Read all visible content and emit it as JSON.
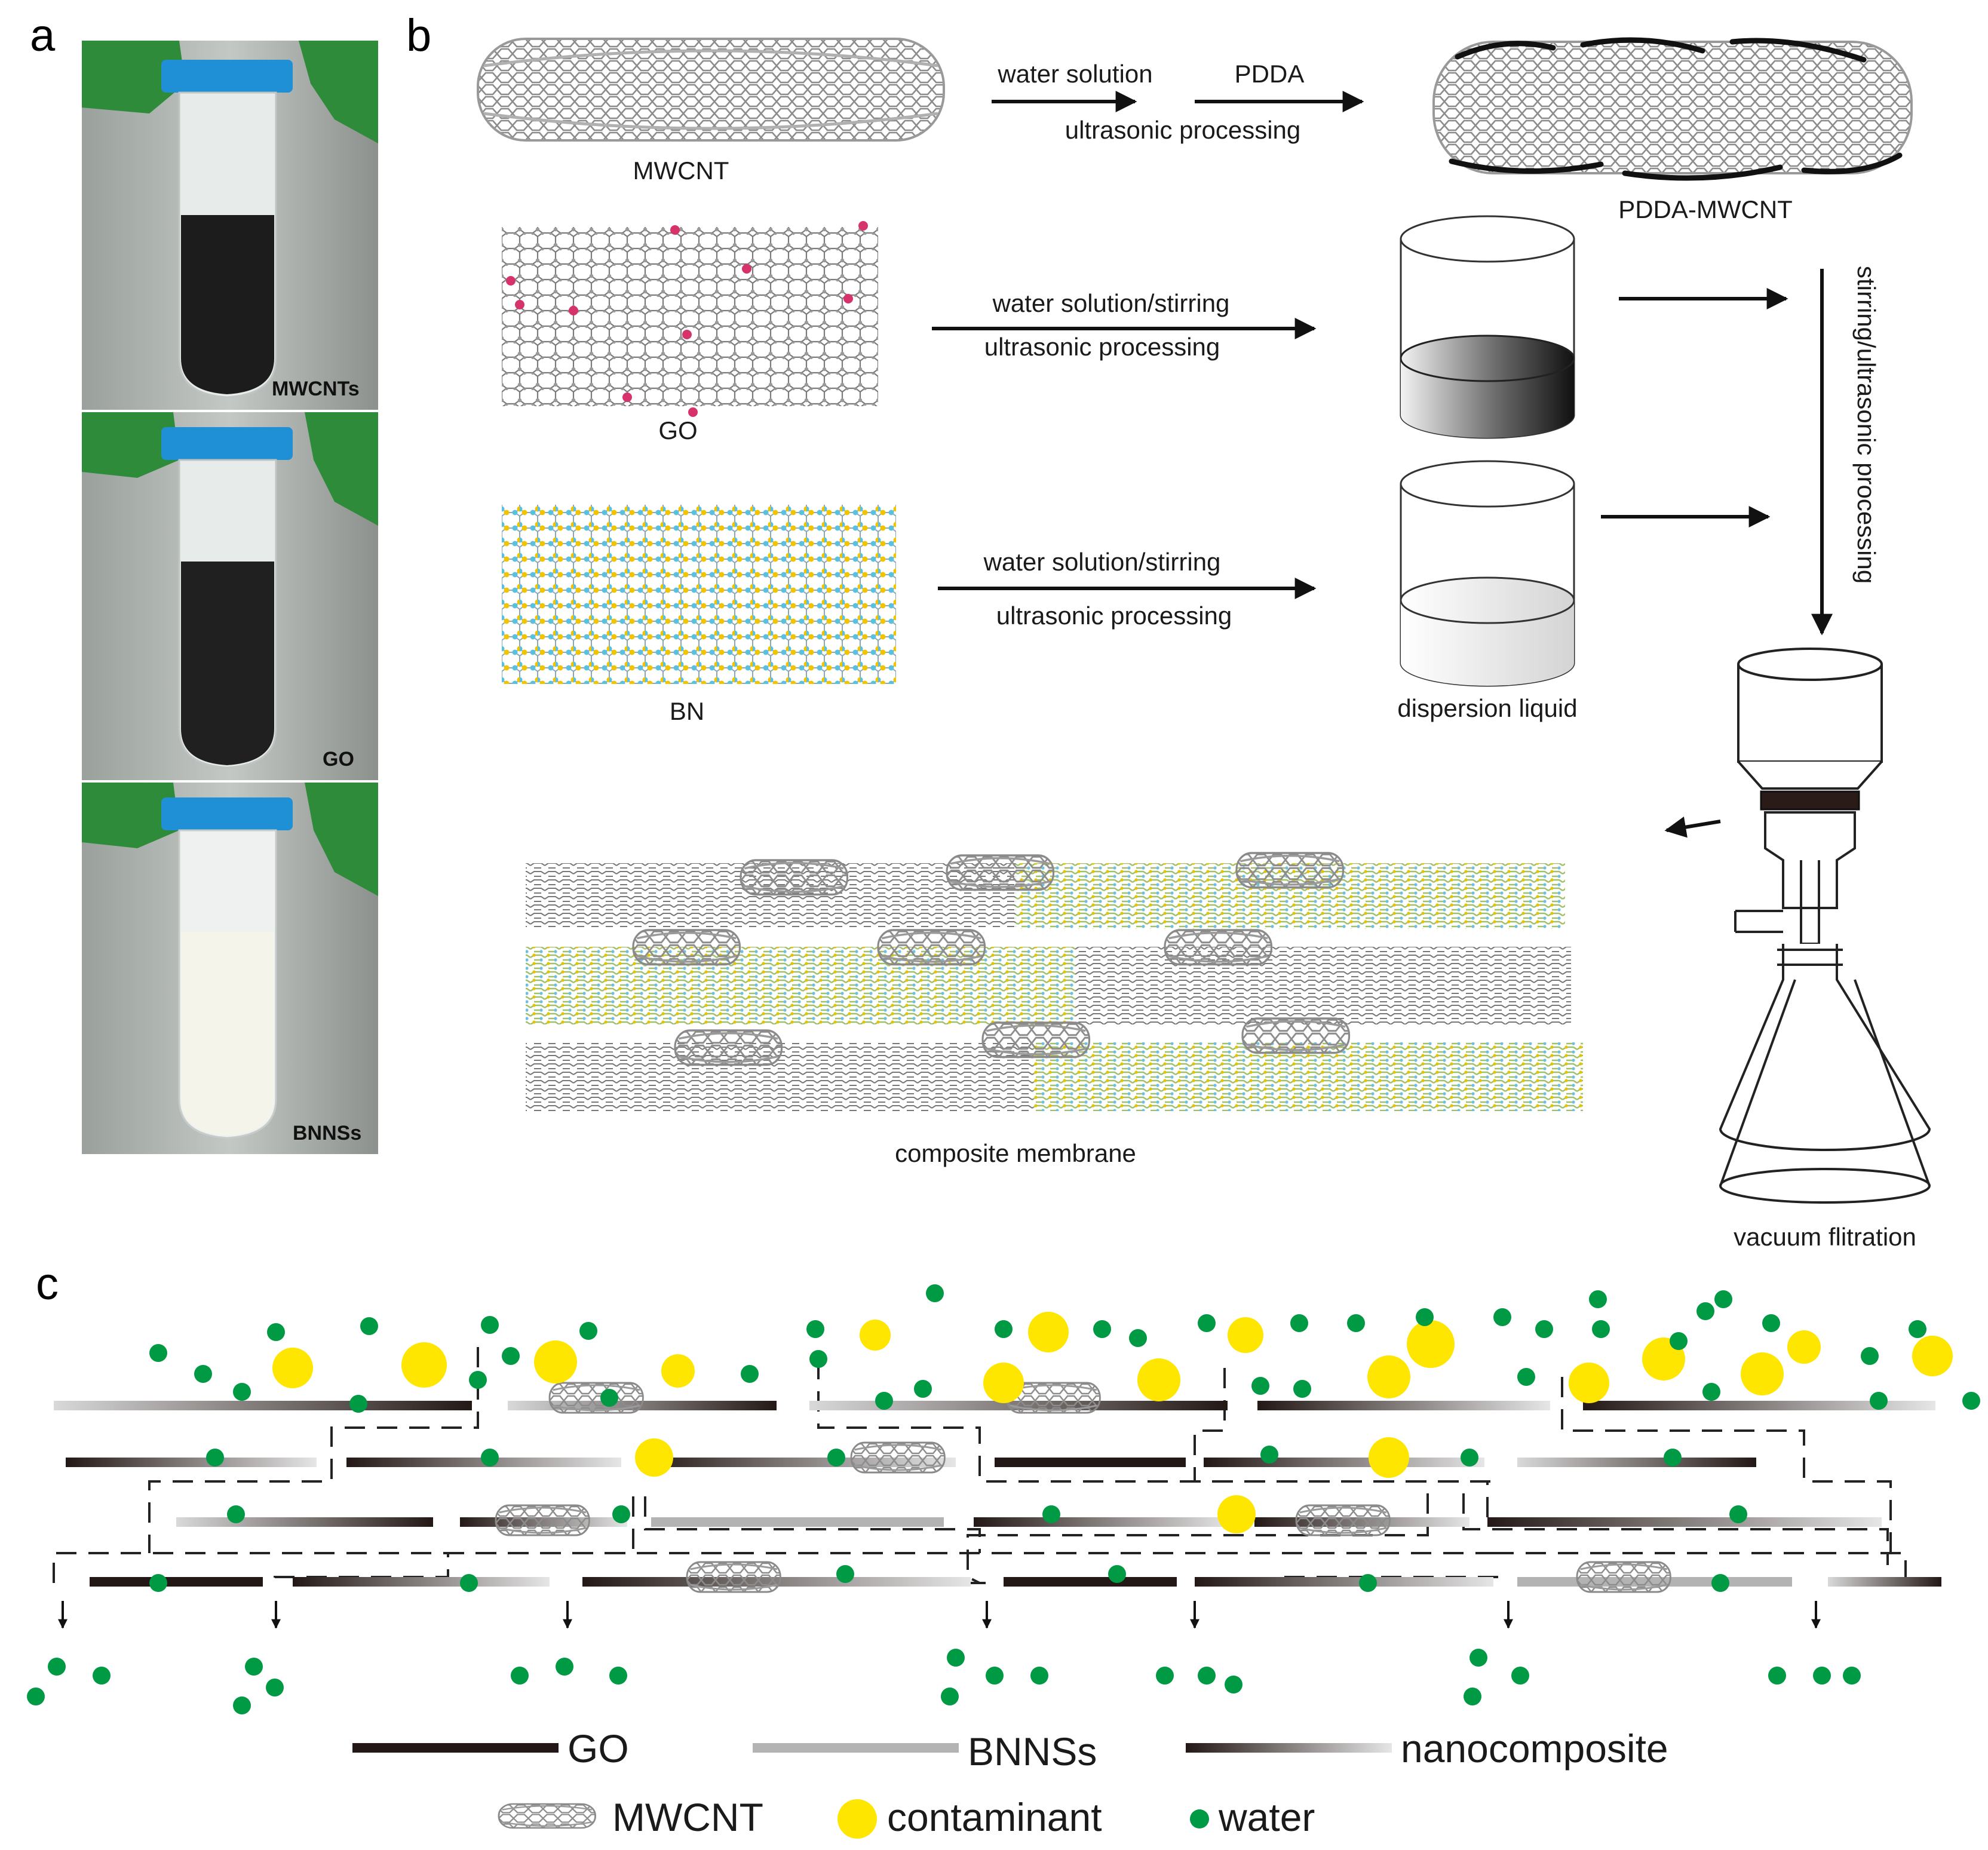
{
  "panels": {
    "a": "a",
    "b": "b",
    "c": "c"
  },
  "photos": {
    "labels": [
      "MWCNTs",
      "GO",
      "BNNSs"
    ]
  },
  "flow": {
    "mwcnt": "MWCNT",
    "water_solution": "water solution",
    "pdda": "PDDA",
    "ultrasonic": "ultrasonic processing",
    "pdda_mwcnt": "PDDA-MWCNT",
    "go": "GO",
    "water_stirring": "water solution/stirring",
    "bn": "BN",
    "dispersion": "dispersion liquid",
    "stirring_ultrasonic": "stirring/ultrasonic processing",
    "composite": "composite membrane",
    "vacuum": "vacuum flitration"
  },
  "legend": {
    "go": "GO",
    "bnns": "BNNSs",
    "nanocomposite": "nanocomposite",
    "mwcnt": "MWCNT",
    "contaminant": "contaminant",
    "water": "water"
  },
  "colors": {
    "go": "#231815",
    "bnns": "#b3b3b3",
    "water": "#009944",
    "contaminant": "#ffe600",
    "boron": "#f2c300",
    "nitrogen": "#5bc0de",
    "oxygen": "#d6336c",
    "glove": "#2e8b3a",
    "cap": "#1f8fd6"
  }
}
